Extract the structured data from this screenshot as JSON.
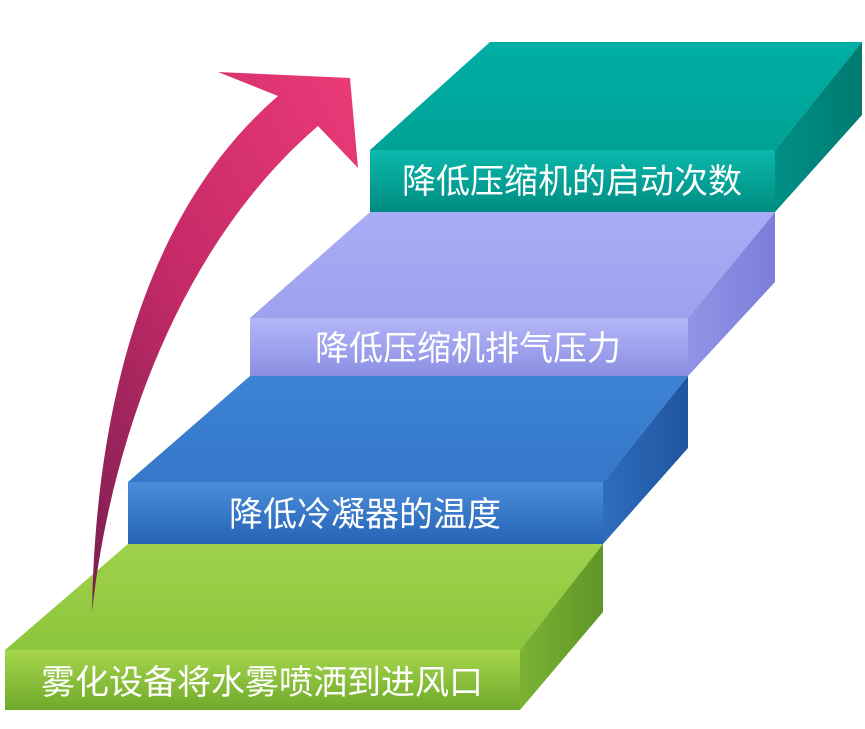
{
  "steps": [
    {
      "label": "雾化设备将水雾喷洒到进风口",
      "color": "#8dc63f"
    },
    {
      "label": "降低冷凝器的温度",
      "color": "#3a7fd0"
    },
    {
      "label": "降低压缩机排气压力",
      "color": "#a4a6f0"
    },
    {
      "label": "降低压缩机的启动次数",
      "color": "#00a99d"
    }
  ],
  "arrow": {
    "direction": "up",
    "color": "#d4306e"
  }
}
